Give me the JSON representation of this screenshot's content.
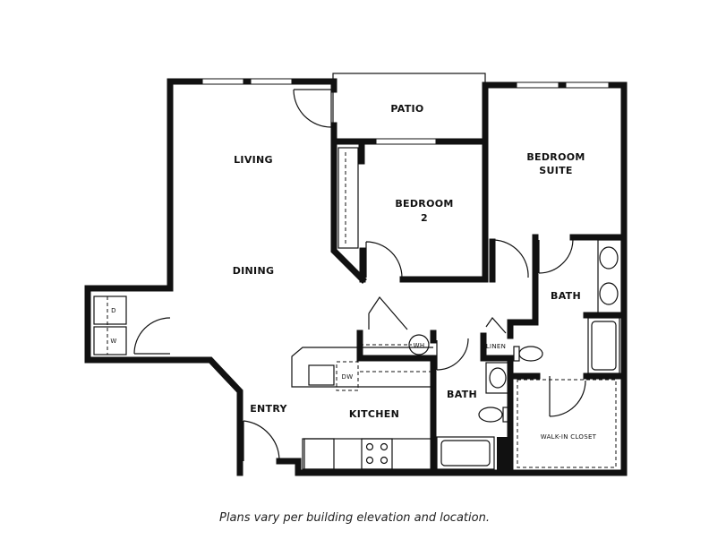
{
  "rooms": {
    "patio": "PATIO",
    "living": "LIVING",
    "dining": "DINING",
    "bedroom2_line1": "BEDROOM",
    "bedroom2_line2": "2",
    "suite_line1": "BEDROOM",
    "suite_line2": "SUITE",
    "master_bath": "BATH",
    "hall_bath": "BATH",
    "kitchen": "KITCHEN",
    "entry": "ENTRY",
    "walk_in_closet": "WALK-IN CLOSET",
    "linen": "LINEN"
  },
  "fixtures": {
    "dryer": "D",
    "washer": "W",
    "water_heater": "WH",
    "dishwasher": "DW"
  },
  "caption": "Plans vary per building elevation and location."
}
